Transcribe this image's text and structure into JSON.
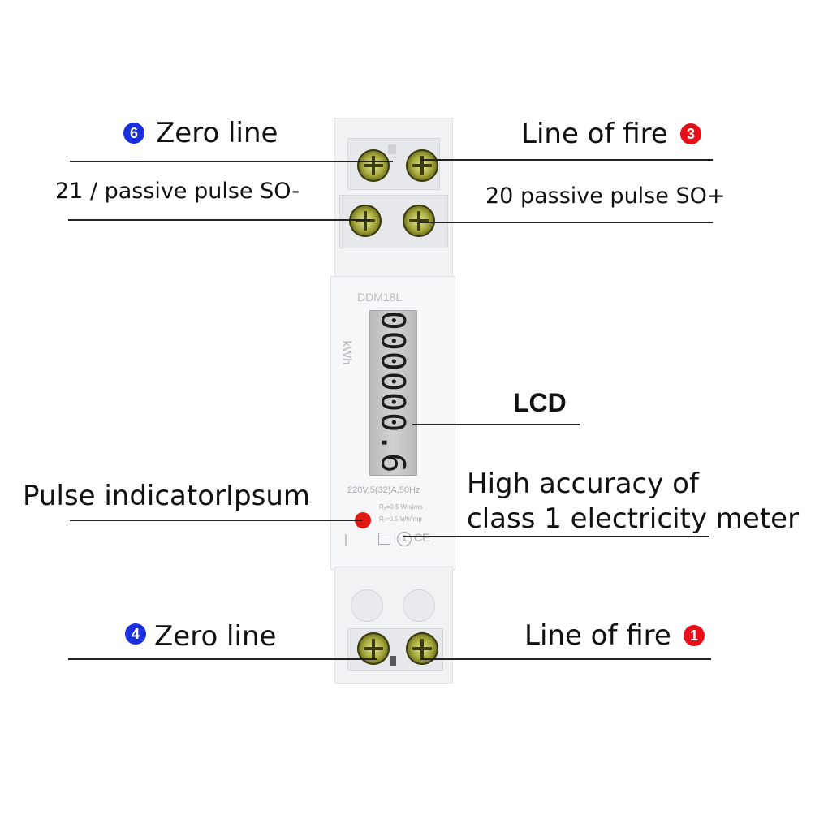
{
  "labels": {
    "top_left": "Zero line",
    "top_left_badge": "6",
    "top_right": "Line of fire",
    "top_right_badge": "3",
    "pulse_minus": "21 / passive pulse SO-",
    "pulse_plus": "20 passive pulse SO+",
    "lcd": "LCD",
    "pulse_indicator": "Pulse indicatorIpsum",
    "accuracy_line1": "High accuracy of",
    "accuracy_line2": "class 1 electricity meter",
    "bottom_left": "Zero line",
    "bottom_left_badge": "4",
    "bottom_right": "Line of fire",
    "bottom_right_badge": "1"
  },
  "meter": {
    "model": "DDM18L",
    "unit": "kWh",
    "reading": "000000.6",
    "rating": "220V,5(32)A,50Hz",
    "constant_1": "Rₐ=0.5 Wh/imp",
    "constant_2": "Rᵣ=0.5 Wh/imp",
    "class": "1",
    "certification": "CE"
  },
  "colors": {
    "badge_blue": "#1a2fe0",
    "badge_red": "#e81018",
    "pulse_led": "#e21a14"
  }
}
